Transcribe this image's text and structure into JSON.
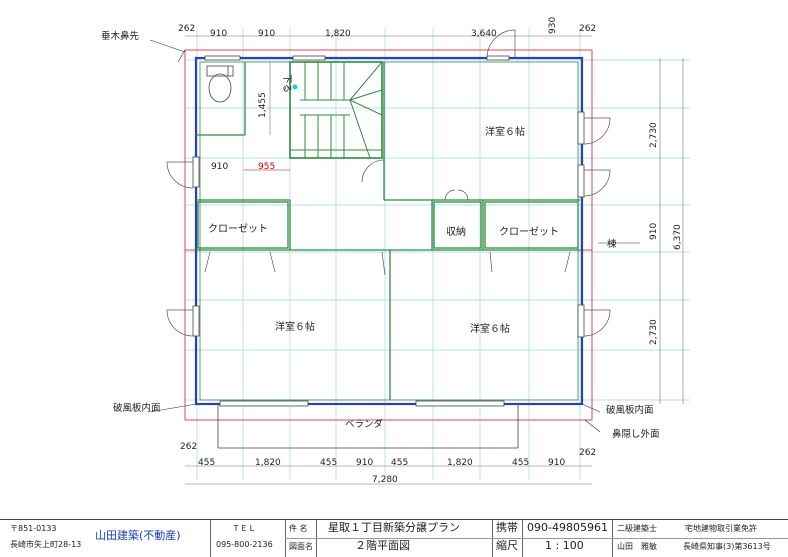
{
  "plan": {
    "labels": {
      "taruki": "垂木鼻先",
      "hafu_left": "破風板内面",
      "hafu_right": "破風板内面",
      "hanakakushi": "鼻隠し外面",
      "mune": "棟",
      "veranda": "ベランダ",
      "stairs_down": "下る"
    },
    "rooms": {
      "yoshitsu_top_right": "洋室６帖",
      "yoshitsu_bottom_left": "洋室６帖",
      "yoshitsu_bottom_right": "洋室６帖",
      "closet_left": "クローゼット",
      "closet_right": "クローゼット",
      "shuno": "収納"
    },
    "dims_top": {
      "d262a": "262",
      "d910a": "910",
      "d910b": "910",
      "d1820": "1,820",
      "d3640": "3,640",
      "d930": "930",
      "d262b": "262"
    },
    "dims_interior": {
      "d1455": "1,455",
      "d910c": "910",
      "d955": "955"
    },
    "dims_right": {
      "d2730a": "2,730",
      "d910d": "910",
      "d6370": "6,370",
      "d2730b": "2,730"
    },
    "dims_bottom": {
      "d262c": "262",
      "d455a": "455",
      "d1820a": "1,820",
      "d455b": "455",
      "d910e": "910",
      "d455c": "455",
      "d1820b": "1,820",
      "d455d": "455",
      "d910f": "910",
      "d7280": "7,280",
      "d262d": "262"
    }
  },
  "titleblock": {
    "postal": "〒851-0133",
    "address": "長崎市矢上町28-13",
    "company": "山田建築(不動産)",
    "tel_label": "ＴＥＬ",
    "tel": "095-800-2136",
    "project_label": "件 名",
    "project": "星取１丁目新築分譲プラン",
    "drawing_label": "図面名",
    "drawing": "２階平面図",
    "mobile_label": "携帯",
    "mobile": "090-49805961",
    "scale_label": "縮尺",
    "scale": "1 : 100",
    "license1_label": "二級建築士",
    "license1_name": "山田　雅敏",
    "license2_label": "宅地建物取引業免許",
    "license2_value": "長崎県知事(3)第3613号"
  }
}
